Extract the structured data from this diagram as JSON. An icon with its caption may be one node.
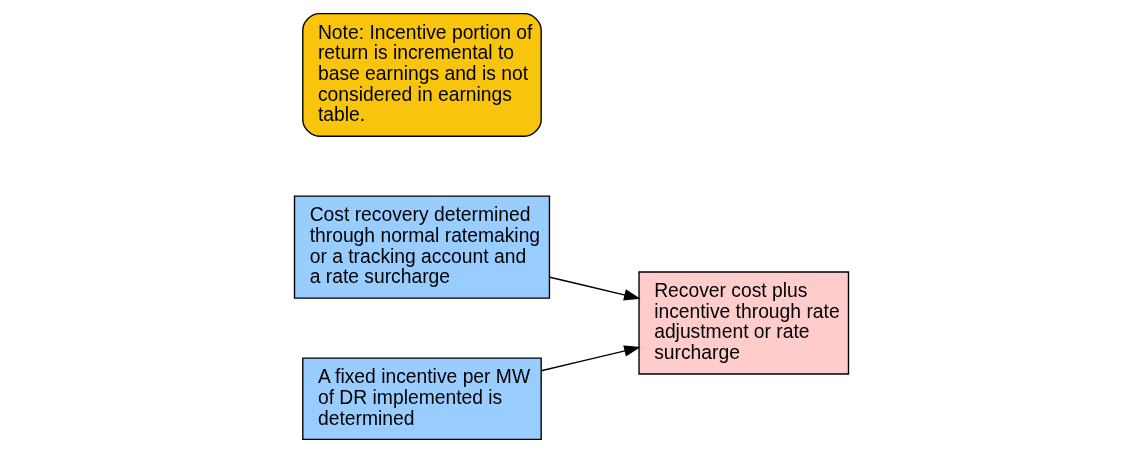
{
  "diagram": {
    "nodes": [
      {
        "text": [
          "Cost recovery determined through normal ratemaking or a tracking account and a rate surcharge"
        ]
      },
      {
        "text": [
          "Recover cost plus incentive through rate adjustment or rate surcharge"
        ]
      },
      {
        "text": [
          "A fixed incentive per MW of DR implemented is determined"
        ]
      },
      {
        "text": [
          "Note: Incentive portion of return is incremental to base earnings and is not considered in earnings table."
        ]
      }
    ],
    "edges": [
      {
        "from": 0,
        "to": 1,
        "arrow": "to"
      },
      {
        "from": 2,
        "to": 1,
        "arrow": "to"
      }
    ]
  }
}
